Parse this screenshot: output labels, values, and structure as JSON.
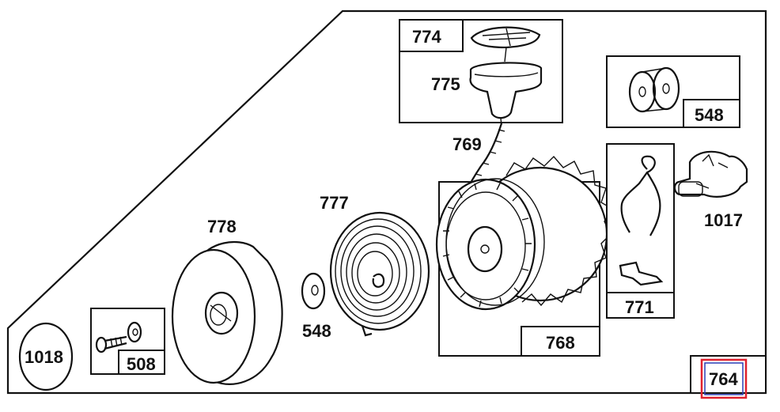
{
  "labels": {
    "p774": "774",
    "p775": "775",
    "p548_top": "548",
    "p769": "769",
    "p777": "777",
    "p778": "778",
    "p1017": "1017",
    "p771": "771",
    "p768": "768",
    "p548_mid": "548",
    "p1018": "1018",
    "p508": "508",
    "p764": "764"
  },
  "colors": {
    "line": "#111111",
    "highlight_border": "#e0212e",
    "highlight_inner": "#2a3fb5"
  },
  "icons": [
    "handle-insert-icon",
    "starter-handle-icon",
    "washer-pair-icon",
    "starter-rope-icon",
    "pulley-gear-icon",
    "recoil-spring-icon",
    "starter-cover-icon",
    "washer-icon",
    "pawl-spring-icon",
    "pawl-clip-icon",
    "screw-washer-icon",
    "starter-clutch-icon"
  ]
}
